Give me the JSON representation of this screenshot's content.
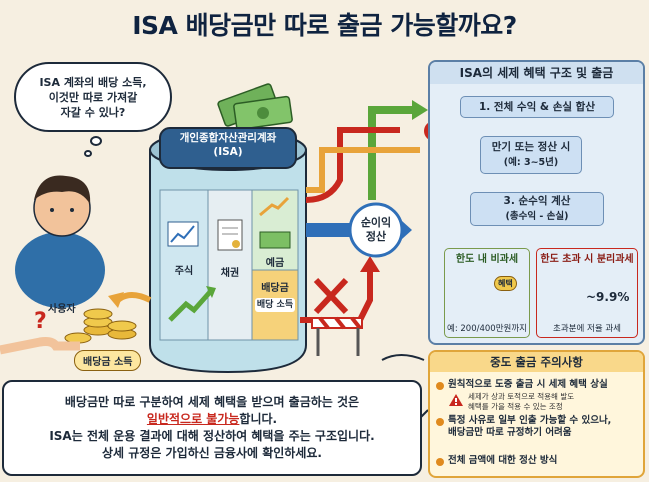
{
  "title": "ISA 배당금만 따로 출금 가능할까요?",
  "bubble": {
    "line1": "ISA 계좌의 배당 소득,",
    "line2": "이것만 따로 가져갈",
    "line3": "자갈 수 있나?"
  },
  "person_label": "사용자",
  "coin_label": "배당금 소득",
  "jar": {
    "title_line1": "개인종합자산관리계좌",
    "title_line2": "(ISA)",
    "sections": {
      "stock": "주식",
      "bond": "채권",
      "deposit": "예금",
      "dividend_line1": "배당금",
      "dividend_line2": "배당 소득"
    }
  },
  "net_income": {
    "line1": "순이익",
    "line2": "정산"
  },
  "right_panel": {
    "title": "ISA의 세제 혜택 구조 및 출금",
    "step1": "1. 전체 수익 & 손실 합산",
    "step2_line1": "만기 또는 정산 시",
    "step2_line2": "(예: 3~5년)",
    "step3_line1": "3. 순수익 계산",
    "step3_line2": "(총수익 - 손실)",
    "limit_in": {
      "title": "한도 내 비과세",
      "badge": "혜택",
      "caption": "예: 200/400만원까지"
    },
    "limit_over": {
      "title": "한도 초과 시 분리과세",
      "rate": "~9.9%",
      "caption": "초과분에 저율 과세"
    }
  },
  "caution": {
    "title": "중도 출금 주의사항",
    "item1": "원칙적으로 도중 출금 시 세제 혜택 상실",
    "item1_sub1": "세제가 상과 토적으로 적용해 발도",
    "item1_sub2": "혜택를 가을 적용 수 있는 조정",
    "item2_line1": "특정 사유로 일부 인출 가능할 수 있으나,",
    "item2_line2": "배당금만 따로 규정하기 어려움",
    "item3": "전체 금액에 대한 정산 방식"
  },
  "bottom": {
    "line1": "배당금만 따로 구분하여 세제 혜택을 받으며 출금하는 것은",
    "line2_red": "일반적으로 불가능",
    "line2_rest": "합니다.",
    "line3": "ISA는 전체 운용 결과에 대해 정산하여 혜택을 주는 구조입니다.",
    "line4": "상세 규정은 가입하신 금융사에 확인하세요."
  },
  "colors": {
    "background": "#f6efe1",
    "navy": "#0f2340",
    "red": "#c8281e",
    "green_arrow": "#5aa63a",
    "blue_arrow": "#2f6fb8",
    "orange_arrow": "#e8a33a"
  }
}
